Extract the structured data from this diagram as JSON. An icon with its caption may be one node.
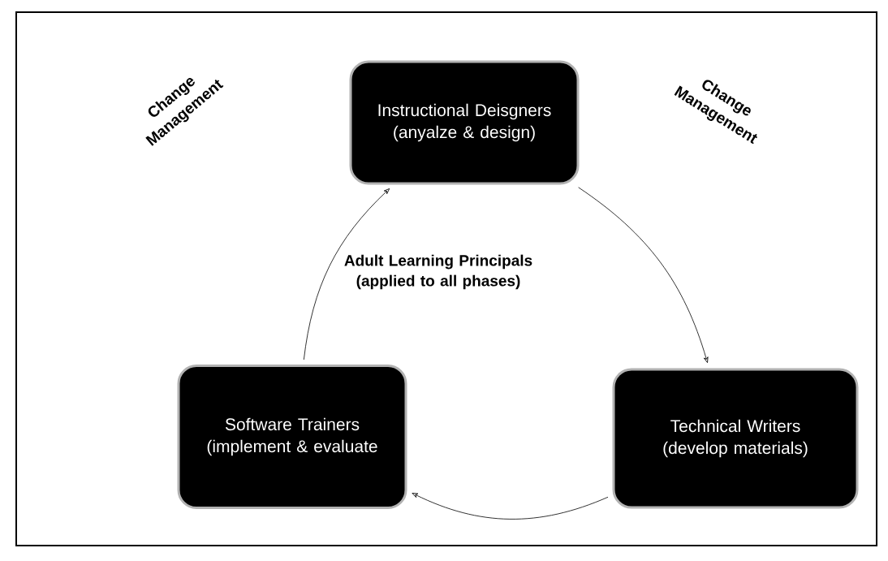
{
  "diagram": {
    "nodes": [
      {
        "text": [
          "Instructional Deisgners (anyalze & design)"
        ]
      },
      {
        "text": [
          "Technical Writers (develop materials)"
        ]
      },
      {
        "text": [
          "Software Trainers (implement & evaluate"
        ]
      }
    ],
    "edges": [
      {
        "from": 0,
        "to": 1,
        "arrow": "to"
      },
      {
        "from": 1,
        "to": 2,
        "arrow": "to"
      },
      {
        "from": 2,
        "to": 0,
        "arrow": "to"
      }
    ],
    "labels": [
      "Change Management",
      "Change Management",
      "Adult Learning Principals (applied to all phases)"
    ]
  }
}
